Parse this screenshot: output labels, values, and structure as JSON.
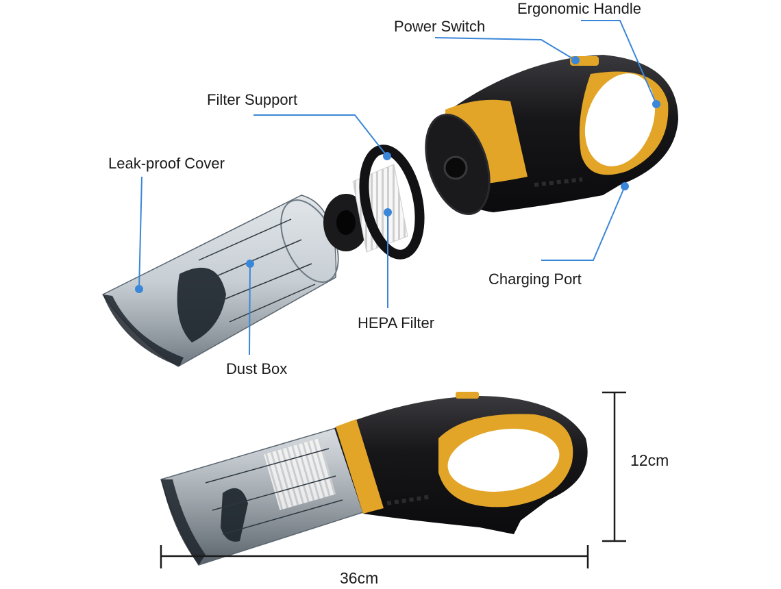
{
  "colors": {
    "body": "#17171a",
    "accent": "#e3a528",
    "callout": "#3a86d8",
    "container": "#8a9aa6"
  },
  "labels": {
    "ergonomic_handle": "Ergonomic Handle",
    "power_switch": "Power Switch",
    "filter_support": "Filter Support",
    "leak_proof_cover": "Leak-proof Cover",
    "charging_port": "Charging Port",
    "hepa_filter": "HEPA Filter",
    "dust_box": "Dust Box"
  },
  "dimensions": {
    "height": "12cm",
    "length": "36cm"
  }
}
